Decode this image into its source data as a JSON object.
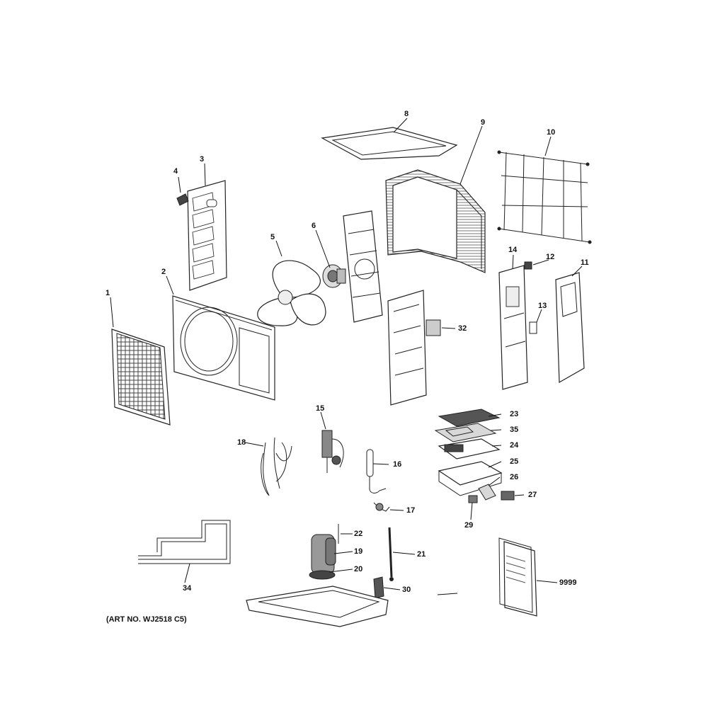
{
  "diagram": {
    "art_number": "(ART NO. WJ2518 C5)",
    "callouts": {
      "p1": "1",
      "p2": "2",
      "p3": "3",
      "p4": "4",
      "p5": "5",
      "p6": "6",
      "p8": "8",
      "p9": "9",
      "p10": "10",
      "p11": "11",
      "p12": "12",
      "p13": "13",
      "p14": "14",
      "p15": "15",
      "p16": "16",
      "p17": "17",
      "p18": "18",
      "p19": "19",
      "p20": "20",
      "p21": "21",
      "p22": "22",
      "p23": "23",
      "p24": "24",
      "p25": "25",
      "p26": "26",
      "p27": "27",
      "p29": "29",
      "p30": "30",
      "p32": "32",
      "p34": "34",
      "p35": "35",
      "p9999": "9999"
    }
  }
}
